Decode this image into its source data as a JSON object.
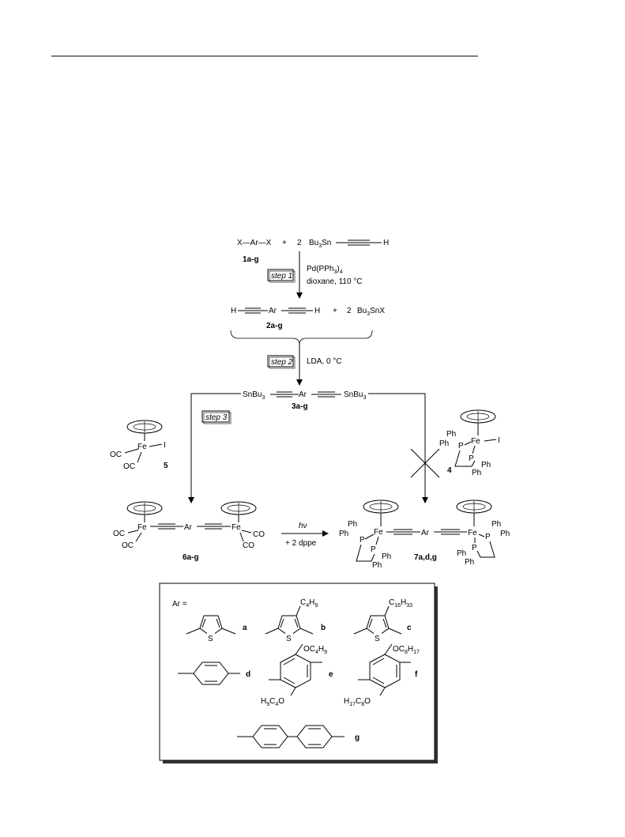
{
  "labels": {
    "x": "X",
    "ar": "Ar",
    "h": "H",
    "bu3sn": "Bu",
    "sub3": "3",
    "sn": "Sn",
    "two": "2",
    "plus": "+",
    "dash": "—",
    "x_ar_x_dash": "X—Ar—X",
    "cpd_1": "1a-g",
    "cpd_2": "2a-g",
    "cpd_3": "3a-g",
    "cpd_4": "4",
    "cpd_5": "5",
    "cpd_6": "6a-g",
    "cpd_7": "7a,d,g",
    "step1": "step 1",
    "step2": "step 2",
    "step3": "step 3",
    "cond1a": "Pd(PPh",
    "cond1a_sub": "3",
    "cond1a_end": ")",
    "cond1a_sub2": "4",
    "cond1b": "dioxane, 110 °C",
    "cond2": "LDA,  0 °C",
    "bu3snx": "SnX",
    "snbu3": "SnBu",
    "fe": "Fe",
    "i": "I",
    "oc": "OC",
    "co": "CO",
    "ph": "Ph",
    "p": "P",
    "hv": "hν",
    "dppe": "+ 2 dppe",
    "ar_eq": "Ar =",
    "s": "S",
    "c4h9": "C",
    "c4h9_sub": "4",
    "h9": "H",
    "h9_sub": "9",
    "c16": "C",
    "c16_sub": "16",
    "h33": "H",
    "h33_sub": "33",
    "oc4h9": "OC",
    "oc8h17": "OC",
    "c8_sub": "8",
    "h17_sub": "17",
    "h9c4o_pre": "H",
    "h17c8o_pre": "H",
    "o": "O",
    "key_a": "a",
    "key_b": "b",
    "key_c": "c",
    "key_d": "d",
    "key_e": "e",
    "key_f": "f",
    "key_g": "g"
  }
}
